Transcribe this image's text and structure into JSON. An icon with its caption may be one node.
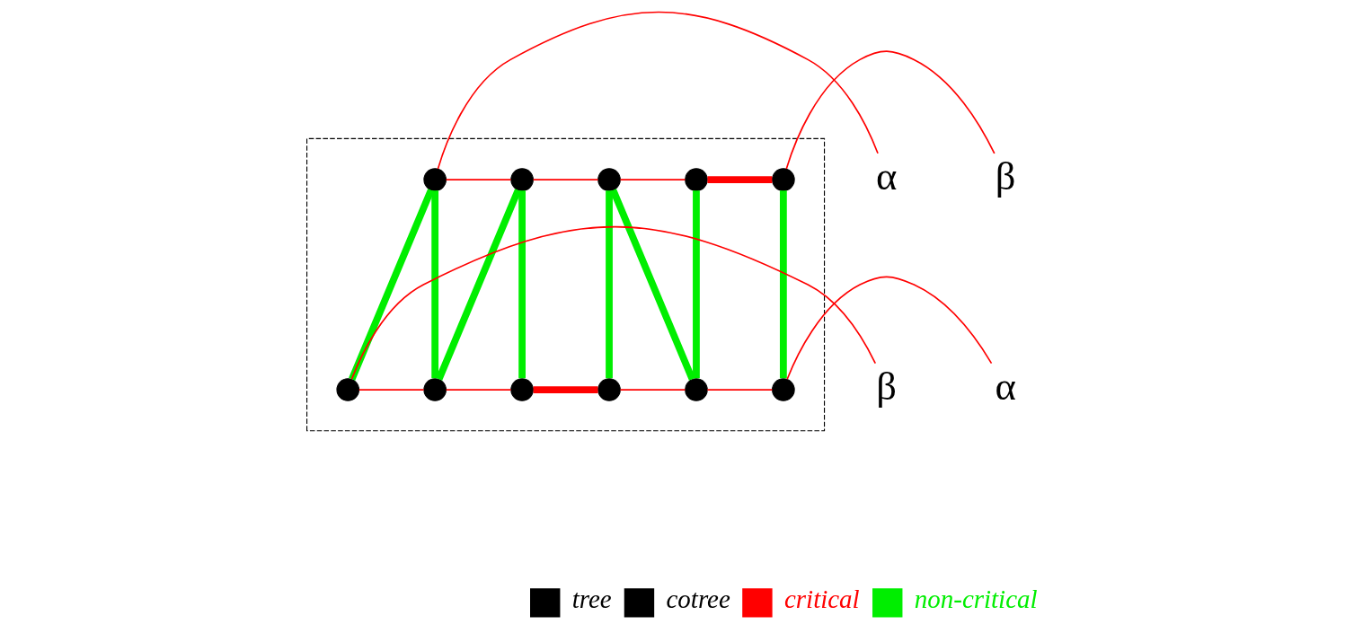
{
  "diagram": {
    "nodes": [
      {
        "text": [],
        "shape": "box"
      },
      {
        "text": [
          "α"
        ]
      },
      {
        "text": [
          "β"
        ]
      },
      {
        "text": [
          "β"
        ]
      },
      {
        "text": [
          "α"
        ]
      },
      {
        "text": [],
        "shape": "circle",
        "in": 0
      },
      {
        "text": [],
        "shape": "circle",
        "in": 0
      },
      {
        "text": [],
        "shape": "circle",
        "in": 0
      },
      {
        "text": [],
        "shape": "circle",
        "in": 0
      },
      {
        "text": [],
        "shape": "circle",
        "in": 0
      },
      {
        "text": [],
        "shape": "circle",
        "in": 0
      },
      {
        "text": [],
        "shape": "circle",
        "in": 0
      },
      {
        "text": [],
        "shape": "circle",
        "in": 0
      },
      {
        "text": [],
        "shape": "circle",
        "in": 0
      },
      {
        "text": [],
        "shape": "circle",
        "in": 0
      },
      {
        "text": [],
        "shape": "circle",
        "in": 0
      }
    ],
    "edges": [
      {
        "from": 1,
        "to": 5,
        "arrow": "none"
      },
      {
        "from": 5,
        "to": 6,
        "arrow": "none"
      },
      {
        "from": 6,
        "to": 7,
        "arrow": "none"
      },
      {
        "from": 7,
        "to": 8,
        "arrow": "none"
      },
      {
        "from": 8,
        "to": 9,
        "arrow": "none",
        "style": "thick"
      },
      {
        "from": 9,
        "to": 2,
        "arrow": "none"
      },
      {
        "from": 3,
        "to": 10,
        "arrow": "none"
      },
      {
        "from": 10,
        "to": 11,
        "arrow": "none"
      },
      {
        "from": 11,
        "to": 12,
        "arrow": "none"
      },
      {
        "from": 12,
        "to": 13,
        "arrow": "none",
        "style": "thick"
      },
      {
        "from": 13,
        "to": 14,
        "arrow": "none"
      },
      {
        "from": 14,
        "to": 15,
        "arrow": "none"
      },
      {
        "from": 15,
        "to": 4,
        "arrow": "none"
      },
      {
        "from": 5,
        "to": 10,
        "arrow": "none",
        "style": "thick",
        "color": "#00ee00"
      },
      {
        "from": 5,
        "to": 11,
        "arrow": "none",
        "style": "thick",
        "color": "#00ee00"
      },
      {
        "from": 6,
        "to": 11,
        "arrow": "none",
        "style": "thick",
        "color": "#00ee00"
      },
      {
        "from": 6,
        "to": 12,
        "arrow": "none",
        "style": "thick",
        "color": "#00ee00"
      },
      {
        "from": 7,
        "to": 13,
        "arrow": "none",
        "style": "thick",
        "color": "#00ee00"
      },
      {
        "from": 7,
        "to": 14,
        "arrow": "none",
        "style": "thick",
        "color": "#00ee00"
      },
      {
        "from": 8,
        "to": 14,
        "arrow": "none",
        "style": "thick",
        "color": "#00ee00"
      },
      {
        "from": 9,
        "to": 15,
        "arrow": "none",
        "style": "thick",
        "color": "#00ee00"
      }
    ],
    "legend": [
      {
        "text": "tree"
      },
      {
        "text": "cotree"
      },
      {
        "text": "critical",
        "color": "#ff0000"
      },
      {
        "text": "non-critical",
        "color": "#00ee00"
      }
    ]
  }
}
